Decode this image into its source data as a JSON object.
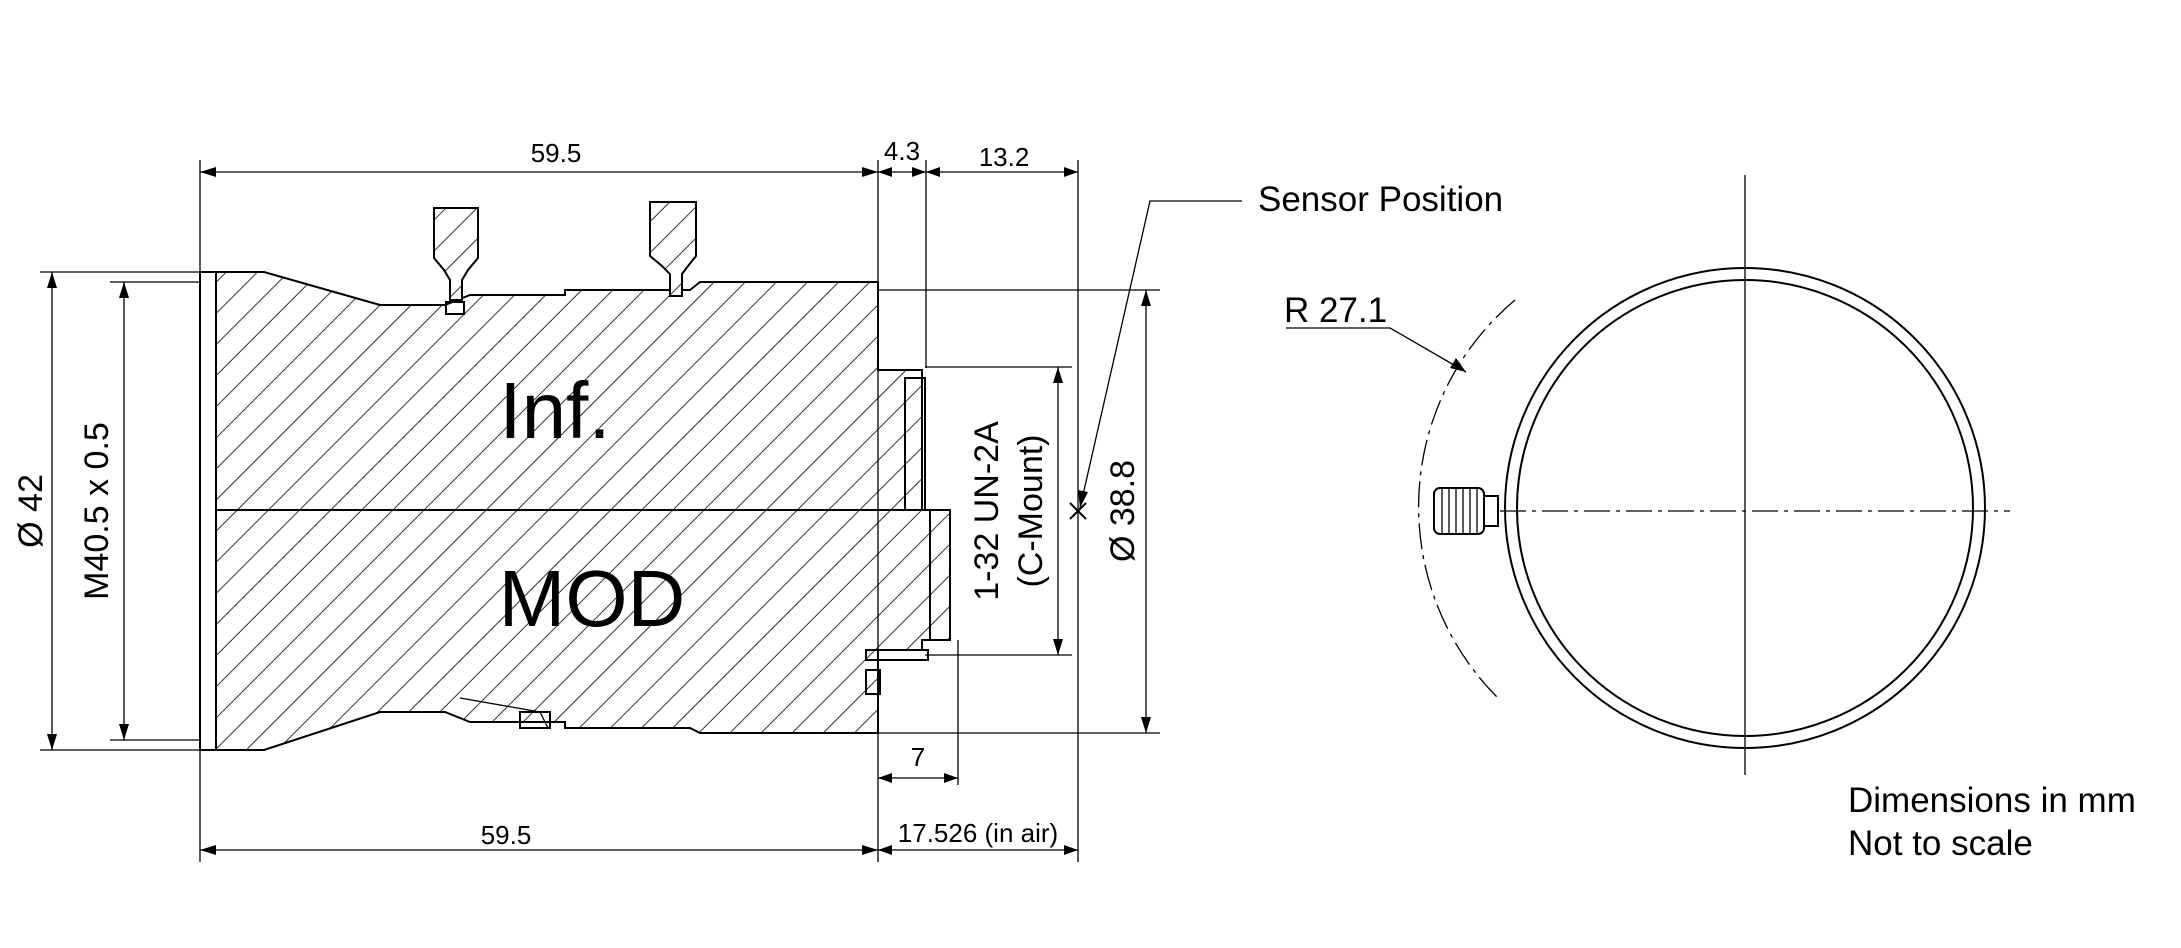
{
  "drawing": {
    "section_labels": {
      "upper": "Inf.",
      "lower": "MOD"
    },
    "dimensions": {
      "top_length": "59.5",
      "top_step": "4.3",
      "top_flange": "13.2",
      "bottom_length": "59.5",
      "bottom_step": "7",
      "flange_focal": "17.526 (in air)",
      "outer_diameter": "Ø 42",
      "filter_thread": "M40.5 x 0.5",
      "mount_thread_line1": "1-32 UN-2A",
      "mount_thread_line2": "(C-Mount)",
      "rear_diameter": "Ø 38.8",
      "radius": "R 27.1"
    },
    "callouts": {
      "sensor": "Sensor Position"
    },
    "notes": {
      "line1": "Dimensions in mm",
      "line2": "Not to scale"
    },
    "icons": [
      "sensor-cross-icon",
      "locking-screw-icon"
    ]
  }
}
